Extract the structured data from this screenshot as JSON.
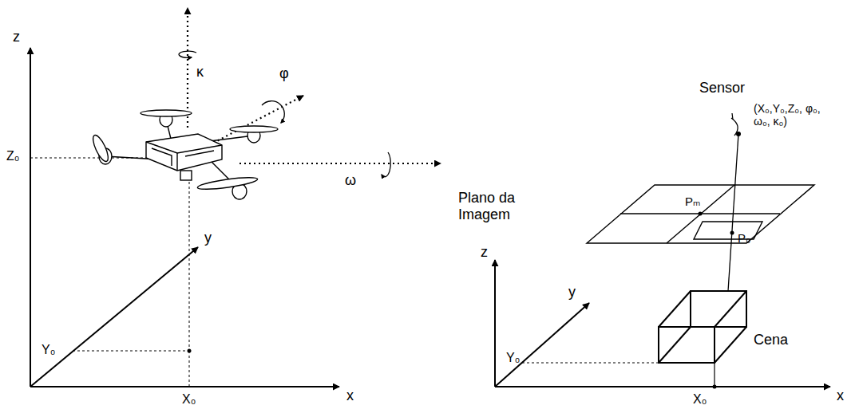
{
  "diagram": {
    "labels": [
      "z",
      "κ",
      "φ",
      "ω",
      "Z₀",
      "y",
      "Y₀",
      "X₀",
      "x",
      "Sensor",
      "(X₀,Y₀,Z₀, φ₀, ω₀, κ₀)",
      "Plano da Imagem",
      "Pₘ",
      "P₀",
      "z",
      "y",
      "Cena",
      "Y₀",
      "X₀",
      "x"
    ]
  }
}
